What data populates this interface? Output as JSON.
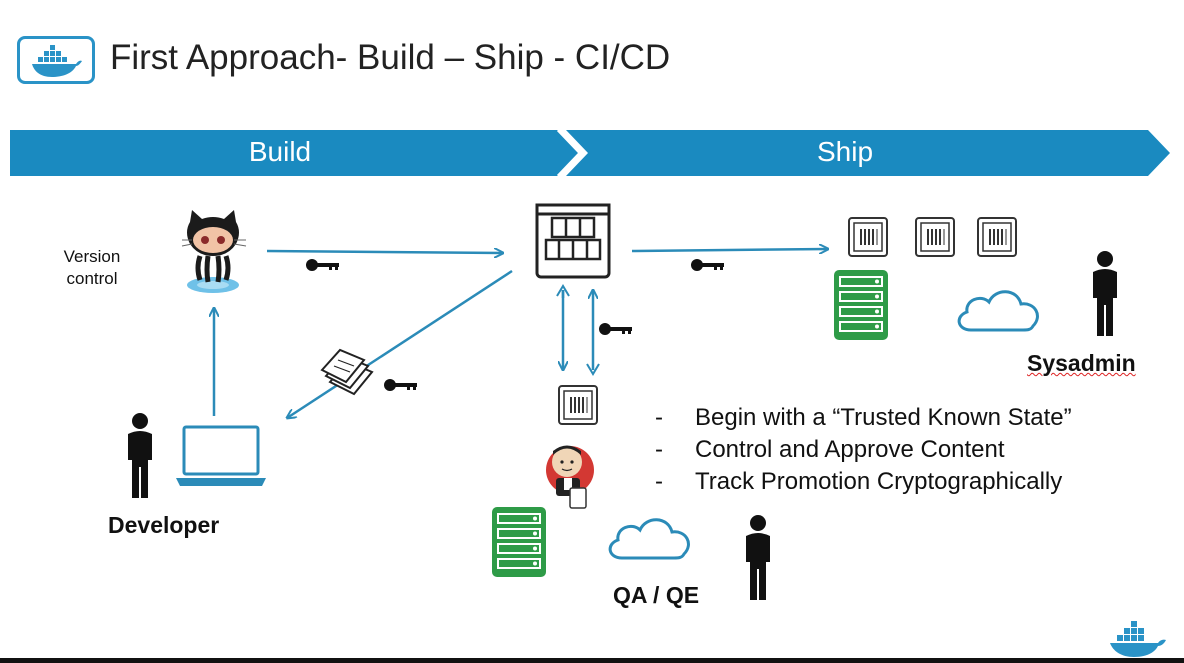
{
  "title": "First Approach- Build – Ship - CI/CD",
  "banner": {
    "build": "Build",
    "ship": "Ship"
  },
  "labels": {
    "version_control": [
      "Version",
      "control"
    ],
    "developer": "Developer",
    "sysadmin": "Sysadmin",
    "qa_qe": "QA / QE"
  },
  "bullets": [
    "Begin with a “Trusted Known State”",
    "Control and Approve Content",
    "Track Promotion Cryptographically"
  ],
  "colors": {
    "banner": "#1a8ac0",
    "arrow": "#2b8bb8",
    "server_green": "#2e9b47",
    "docker_blue": "#2a93c7"
  },
  "icons": [
    "docker-logo-icon",
    "github-octocat-icon",
    "registry-icon",
    "container-icon",
    "key-icon",
    "server-icon",
    "cloud-icon",
    "person-icon",
    "laptop-icon",
    "documents-icon",
    "jenkins-icon"
  ]
}
